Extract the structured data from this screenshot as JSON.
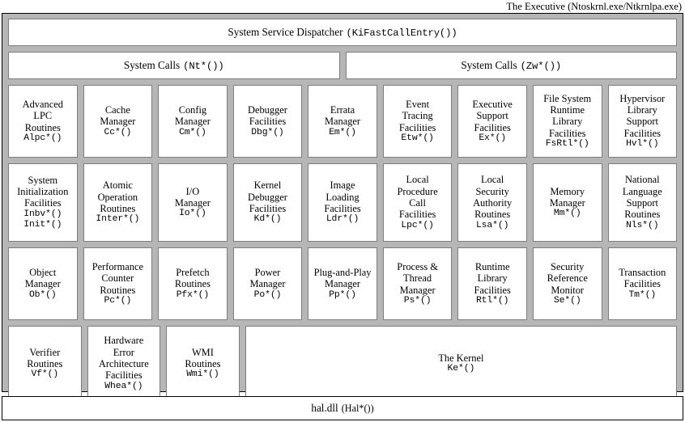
{
  "caption": "The Executive (Ntoskrnl.exe/Ntkrnlpa.exe)",
  "colors": {
    "panel_background": "#b6b6b6",
    "box_background": "#ffffff",
    "box_border": "#7d7d7d",
    "outer_border": "#000000",
    "text": "#000000"
  },
  "dispatcher": {
    "label": "System Service Dispatcher",
    "api": "(KiFastCallEntry())"
  },
  "syscalls": [
    {
      "label": "System Calls",
      "api": "(Nt*())"
    },
    {
      "label": "System Calls",
      "api": "(Zw*())"
    }
  ],
  "rows": [
    {
      "cells": [
        {
          "lines": [
            "Advanced",
            "LPC",
            "Routines"
          ],
          "apis": [
            "Alpc*()"
          ]
        },
        {
          "lines": [
            "Cache",
            "Manager"
          ],
          "apis": [
            "Cc*()"
          ]
        },
        {
          "lines": [
            "Config",
            "Manager"
          ],
          "apis": [
            "Cm*()"
          ]
        },
        {
          "lines": [
            "Debugger",
            "Facilities"
          ],
          "apis": [
            "Dbg*()"
          ]
        },
        {
          "lines": [
            "Errata",
            "Manager"
          ],
          "apis": [
            "Em*()"
          ]
        },
        {
          "lines": [
            "Event",
            "Tracing",
            "Facilities"
          ],
          "apis": [
            "Etw*()"
          ]
        },
        {
          "lines": [
            "Executive",
            "Support",
            "Facilities"
          ],
          "apis": [
            "Ex*()"
          ]
        },
        {
          "lines": [
            "File System",
            "Runtime",
            "Library",
            "Facilities"
          ],
          "apis": [
            "FsRtl*()"
          ]
        },
        {
          "lines": [
            "Hypervisor",
            "Library",
            "Support",
            "Facilities"
          ],
          "apis": [
            "Hvl*()"
          ]
        }
      ]
    },
    {
      "cells": [
        {
          "lines": [
            "System",
            "Initialization",
            "Facilities"
          ],
          "apis": [
            "Inbv*()",
            "Init*()"
          ]
        },
        {
          "lines": [
            "Atomic",
            "Operation",
            "Routines"
          ],
          "apis": [
            "Inter*()"
          ]
        },
        {
          "lines": [
            "I/O",
            "Manager"
          ],
          "apis": [
            "Io*()"
          ]
        },
        {
          "lines": [
            "Kernel",
            "Debugger",
            "Facilities"
          ],
          "apis": [
            "Kd*()"
          ]
        },
        {
          "lines": [
            "Image",
            "Loading",
            "Facilities"
          ],
          "apis": [
            "Ldr*()"
          ]
        },
        {
          "lines": [
            "Local",
            "Procedure",
            "Call",
            "Facilities"
          ],
          "apis": [
            "Lpc*()"
          ]
        },
        {
          "lines": [
            "Local",
            "Security",
            "Authority",
            "Routines"
          ],
          "apis": [
            "Lsa*()"
          ]
        },
        {
          "lines": [
            "Memory",
            "Manager"
          ],
          "apis": [
            "Mm*()"
          ]
        },
        {
          "lines": [
            "National",
            "Language",
            "Support",
            "Routines"
          ],
          "apis": [
            "Nls*()"
          ]
        }
      ]
    },
    {
      "cells": [
        {
          "lines": [
            "Object",
            "Manager"
          ],
          "apis": [
            "Ob*()"
          ]
        },
        {
          "lines": [
            "Performance",
            "Counter",
            "Routines"
          ],
          "apis": [
            "Pc*()"
          ]
        },
        {
          "lines": [
            "Prefetch",
            "Routines"
          ],
          "apis": [
            "Pfx*()"
          ]
        },
        {
          "lines": [
            "Power",
            "Manager"
          ],
          "apis": [
            "Po*()"
          ]
        },
        {
          "lines": [
            "Plug-and-Play",
            "Manager"
          ],
          "apis": [
            "Pp*()"
          ]
        },
        {
          "lines": [
            "Process &",
            "Thread",
            "Manager"
          ],
          "apis": [
            "Ps*()"
          ]
        },
        {
          "lines": [
            "Runtime",
            "Library",
            "Facilities"
          ],
          "apis": [
            "Rtl*()"
          ]
        },
        {
          "lines": [
            "Security",
            "Reference",
            "Monitor"
          ],
          "apis": [
            "Se*()"
          ]
        },
        {
          "lines": [
            "Transaction",
            "Facilities"
          ],
          "apis": [
            "Tm*()"
          ]
        }
      ]
    },
    {
      "cells": [
        {
          "lines": [
            "Verifier",
            "Routines"
          ],
          "apis": [
            "Vf*()"
          ]
        },
        {
          "lines": [
            "Hardware",
            "Error",
            "Architecture",
            "Facilities"
          ],
          "apis": [
            "Whea*()"
          ]
        },
        {
          "lines": [
            "WMI",
            "Routines"
          ],
          "apis": [
            "Wmi*()"
          ]
        },
        {
          "lines": [
            "The Kernel"
          ],
          "apis": [
            "Ke*()"
          ],
          "wide": true
        }
      ]
    }
  ],
  "hal": {
    "label": "hal.dll",
    "api": "(Hal*())"
  }
}
